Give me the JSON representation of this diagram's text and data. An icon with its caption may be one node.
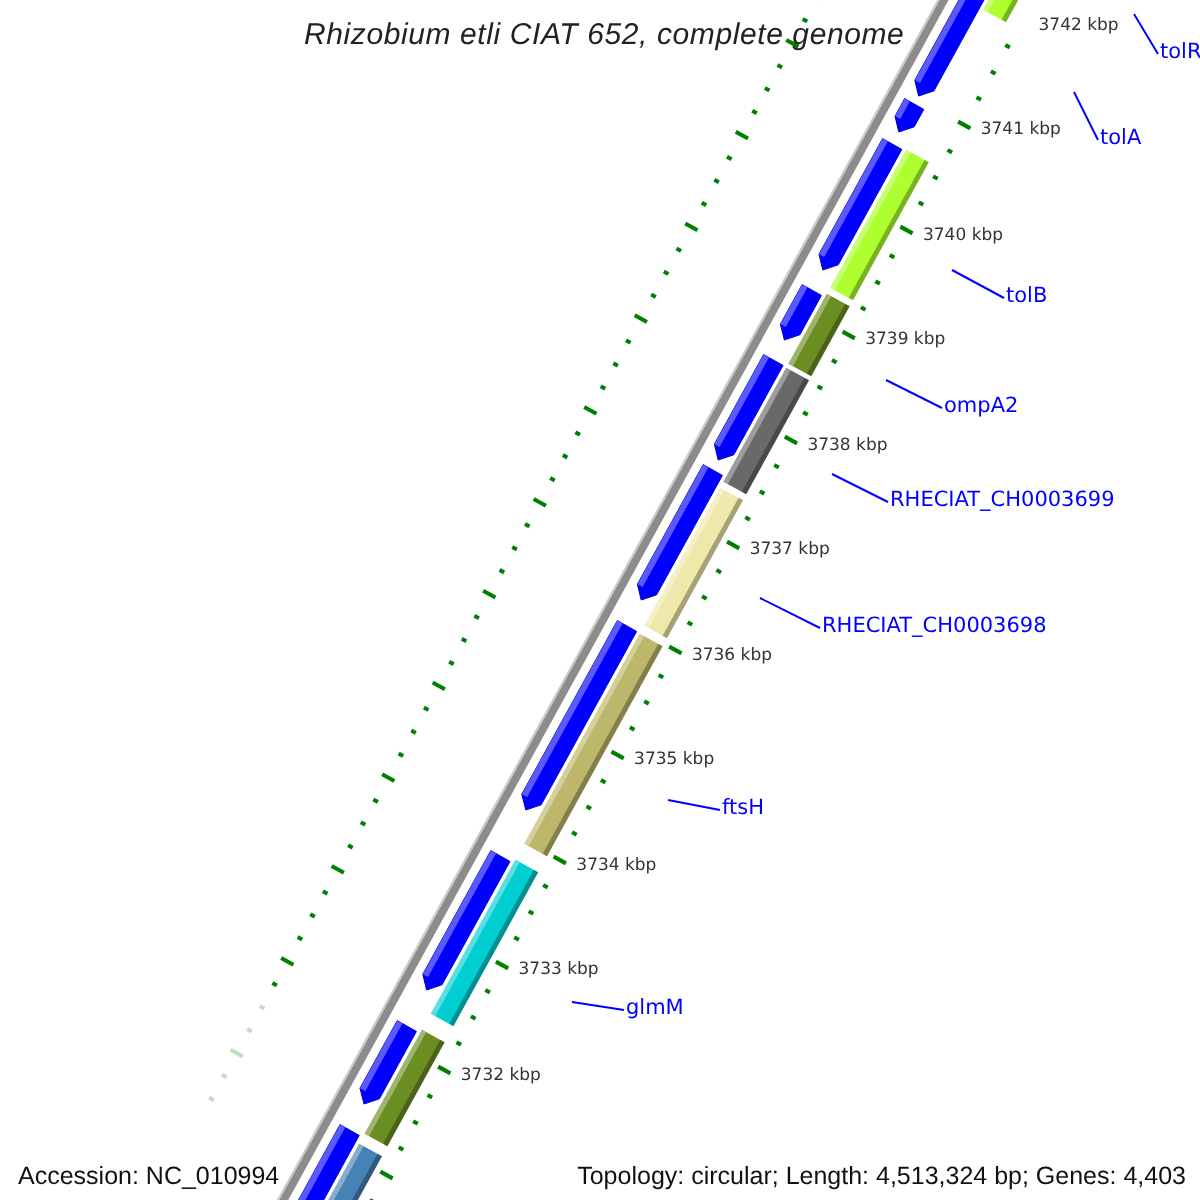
{
  "diagram": {
    "title": "Rhizobium etli CIAT 652, complete genome",
    "nodes": [
      {
        "text": [
          "tolR"
        ]
      },
      {
        "text": [
          "tolA"
        ]
      },
      {
        "text": [
          "tolB"
        ]
      },
      {
        "text": [
          "ompA2"
        ]
      },
      {
        "text": [
          "RHECIAT_CH0003699"
        ]
      },
      {
        "text": [
          "RHECIAT_CH0003698"
        ]
      },
      {
        "text": [
          "ftsH"
        ]
      },
      {
        "text": [
          "glmM"
        ]
      }
    ],
    "edges": [
      {
        "from": 0,
        "to": null,
        "arrow": "none"
      },
      {
        "from": 1,
        "to": null,
        "arrow": "none"
      },
      {
        "from": 2,
        "to": null,
        "arrow": "none"
      },
      {
        "from": 3,
        "to": null,
        "arrow": "none"
      },
      {
        "from": 4,
        "to": null,
        "arrow": "none"
      },
      {
        "from": 5,
        "to": null,
        "arrow": "none"
      },
      {
        "from": 6,
        "to": null,
        "arrow": "none"
      },
      {
        "from": 7,
        "to": null,
        "arrow": "none"
      }
    ],
    "labels": [
      "3742 kbp",
      "3741 kbp",
      "3740 kbp",
      "3739 kbp",
      "3738 kbp",
      "3737 kbp",
      "3736 kbp",
      "3735 kbp",
      "3734 kbp",
      "3733 kbp",
      "3732 kbp",
      "Accession: NC_010994",
      "Topology: circular; Length: 4,513,324 bp; Genes: 4,403"
    ]
  }
}
